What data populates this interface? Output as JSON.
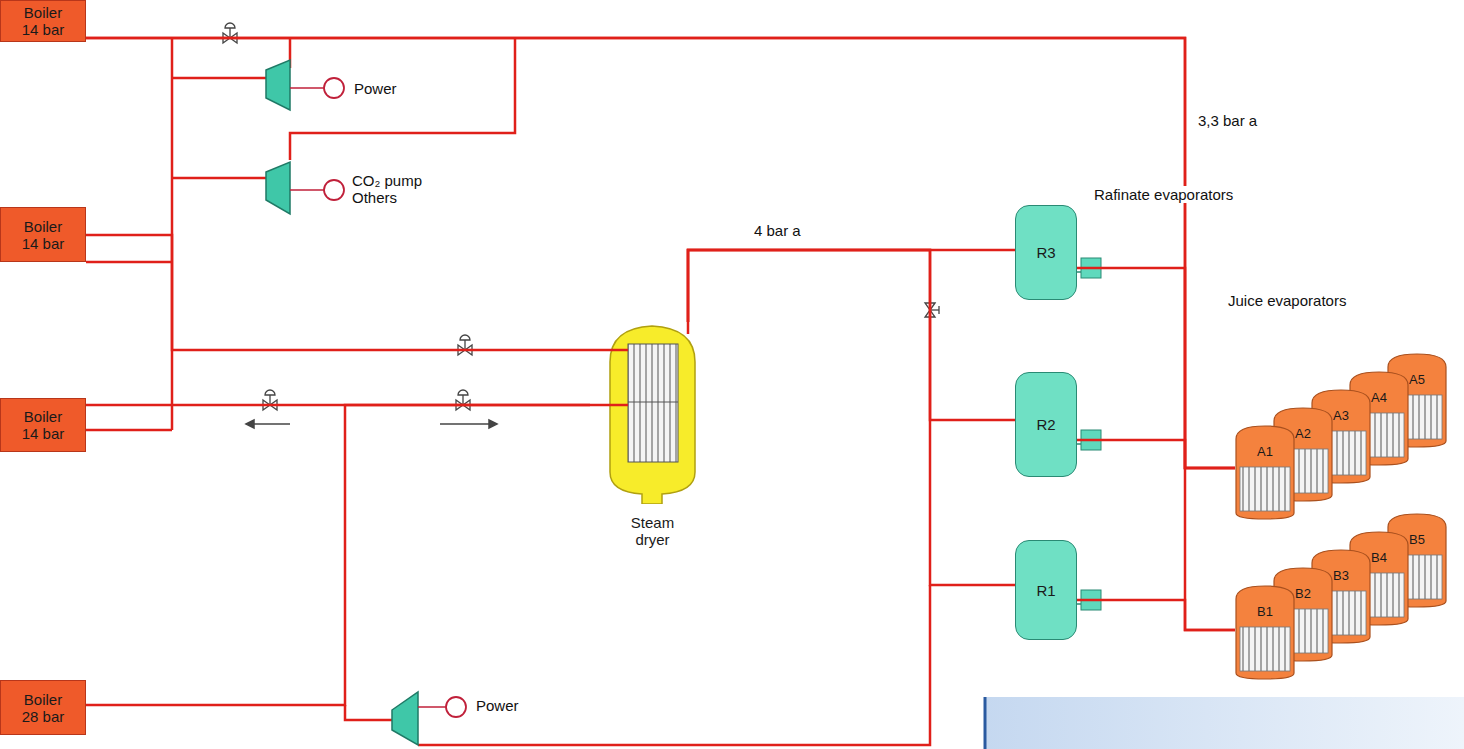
{
  "diagram": {
    "nodes": [
      {
        "text": [
          "Boiler 14 bar"
        ]
      },
      {
        "text": [
          "Boiler 14 bar"
        ]
      },
      {
        "text": [
          "Boiler 14 bar"
        ]
      },
      {
        "text": [
          "Boiler 28 bar"
        ]
      },
      {
        "text": [
          "Steam dryer"
        ]
      },
      {
        "text": [
          "R3"
        ]
      },
      {
        "text": [
          "R2"
        ]
      },
      {
        "text": [
          "R1"
        ]
      },
      {
        "text": [
          "A1"
        ]
      },
      {
        "text": [
          "A2"
        ]
      },
      {
        "text": [
          "A3"
        ]
      },
      {
        "text": [
          "A4"
        ]
      },
      {
        "text": [
          "A5"
        ]
      },
      {
        "text": [
          "B1"
        ]
      },
      {
        "text": [
          "B2"
        ]
      },
      {
        "text": [
          "B3"
        ]
      },
      {
        "text": [
          "B4"
        ]
      },
      {
        "text": [
          "B5"
        ]
      }
    ],
    "edges": [
      {
        "from": 0,
        "to": 8,
        "arrow": "none"
      },
      {
        "from": 0,
        "to": 13,
        "arrow": "none"
      },
      {
        "from": 1,
        "to": 4,
        "arrow": "none"
      },
      {
        "from": 2,
        "to": 4,
        "arrow": "none"
      },
      {
        "from": 3,
        "to": 4,
        "arrow": "none"
      },
      {
        "from": 4,
        "to": 5,
        "arrow": "none"
      },
      {
        "from": 4,
        "to": 6,
        "arrow": "none"
      },
      {
        "from": 4,
        "to": 7,
        "arrow": "none"
      },
      {
        "from": 5,
        "to": 8,
        "arrow": "none"
      },
      {
        "from": 6,
        "to": 8,
        "arrow": "none"
      },
      {
        "from": 7,
        "to": 13,
        "arrow": "none"
      }
    ],
    "labels": [
      "Power",
      "CO₂ pump Others",
      "4 bar a",
      "3,3 bar a",
      "Rafinate evaporators",
      "Juice evaporators",
      "Power"
    ]
  }
}
